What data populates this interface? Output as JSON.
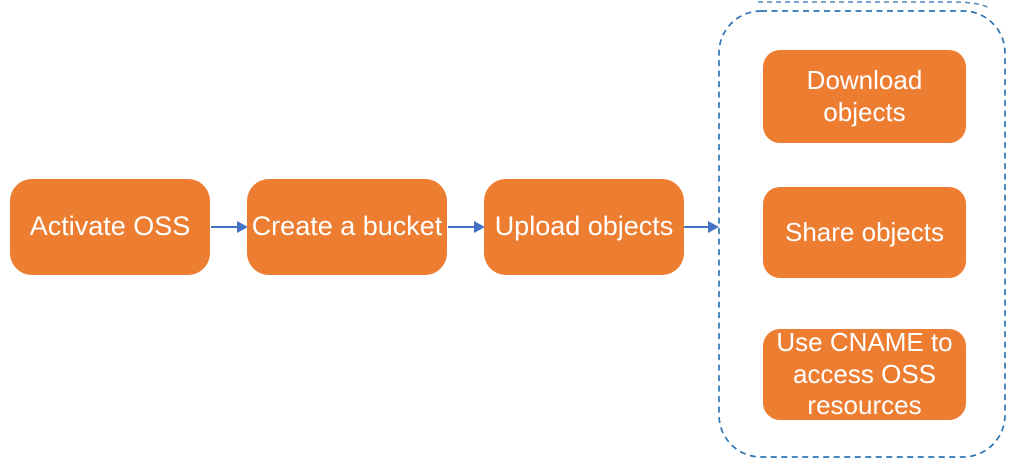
{
  "colors": {
    "background": "#FFFFFF",
    "box_fill": "#ED7D31",
    "box_text": "#FFFFFF",
    "arrow_blue": "#4472C4",
    "dashed_border_blue": "#2E75B6"
  },
  "flow_steps": [
    {
      "label": "Activate OSS"
    },
    {
      "label": "Create a bucket"
    },
    {
      "label": "Upload objects"
    }
  ],
  "post_upload_group": {
    "items": [
      {
        "label": "Download objects"
      },
      {
        "label": "Share objects"
      },
      {
        "label": "Use CNAME to access OSS resources"
      }
    ]
  },
  "icons": {
    "flow_arrow": "→"
  }
}
